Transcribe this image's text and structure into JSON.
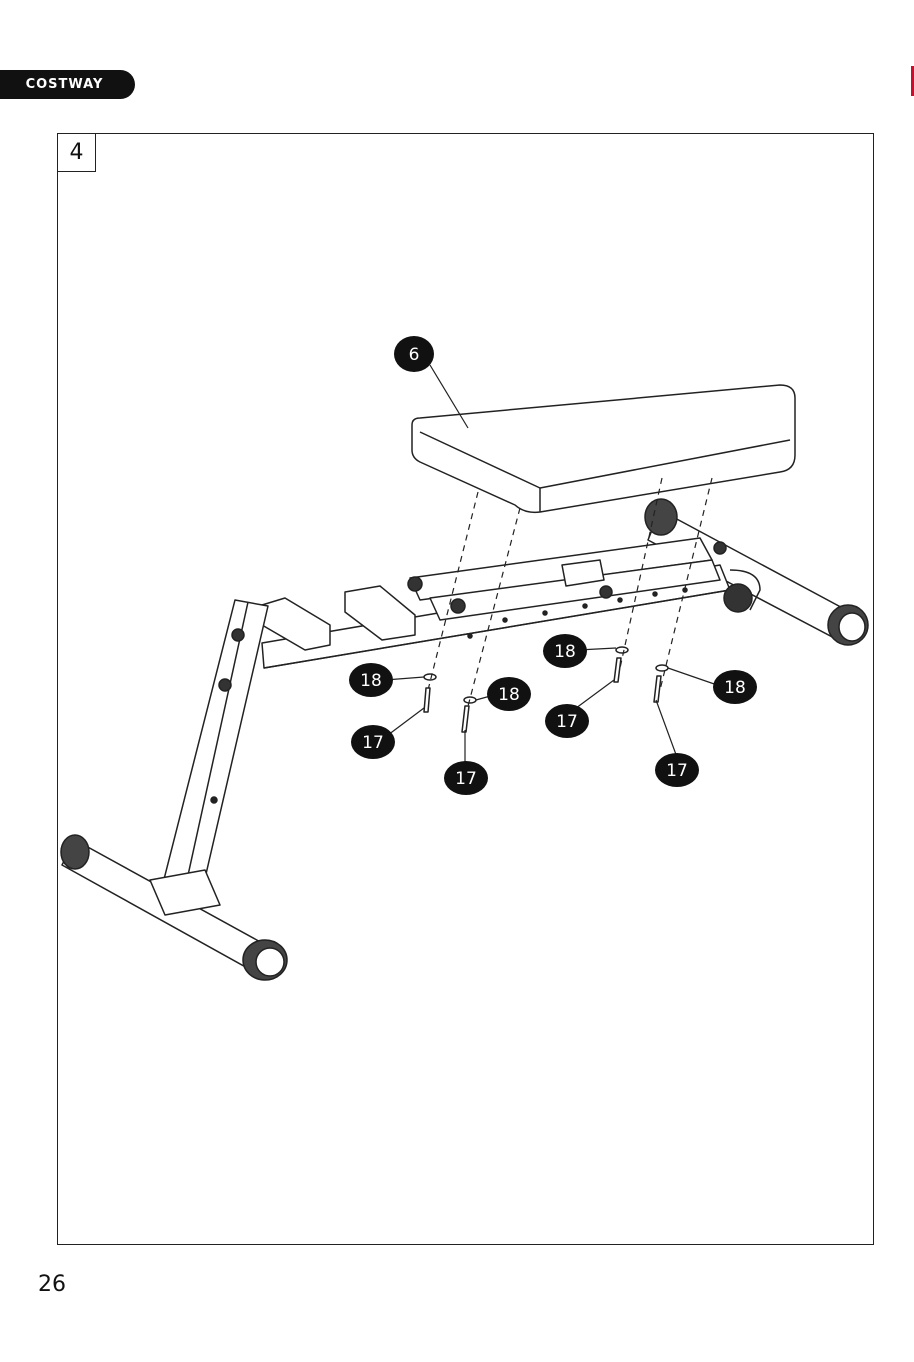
{
  "brand": "COSTWAY",
  "step_number": "4",
  "page_number": "26",
  "callouts": {
    "seat": "6",
    "washer_a": "18",
    "washer_b": "18",
    "washer_c": "18",
    "washer_d": "18",
    "screw_a": "17",
    "screw_b": "17",
    "screw_c": "17",
    "screw_d": "17"
  }
}
